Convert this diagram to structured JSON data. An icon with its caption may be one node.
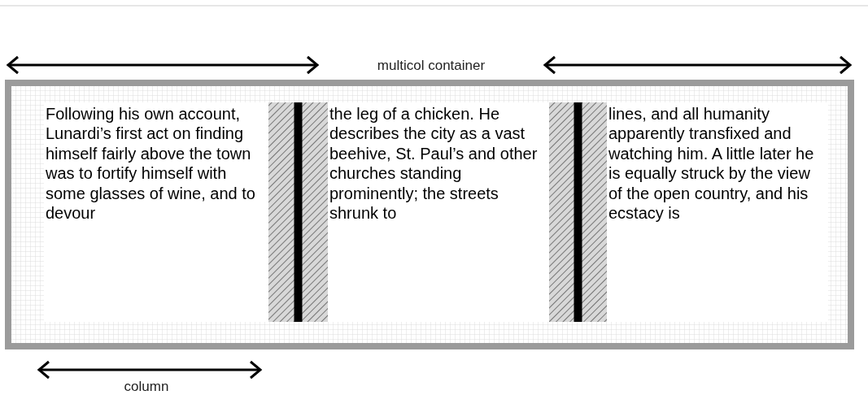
{
  "diagram": {
    "nodes": [
      {
        "text": [],
        "shape": "box"
      },
      {
        "text": [
          "Following his own account, Lunardi’s first act on finding himself fairly above the town was to fortify himself with some glasses of wine, and to devour"
        ],
        "in": 0
      },
      {
        "text": [
          "the leg of a chicken. He describes the city as a vast beehive, St. Paul’s and other churches standing prominently; the streets shrunk to"
        ],
        "in": 0
      },
      {
        "text": [
          "lines, and all humanity apparently transfixed and watching him. A little later he is equally struck by the view of the open country, and his ecstacy is"
        ],
        "in": 0
      }
    ],
    "edges": [],
    "labels": [
      "multicol container",
      "column"
    ]
  }
}
